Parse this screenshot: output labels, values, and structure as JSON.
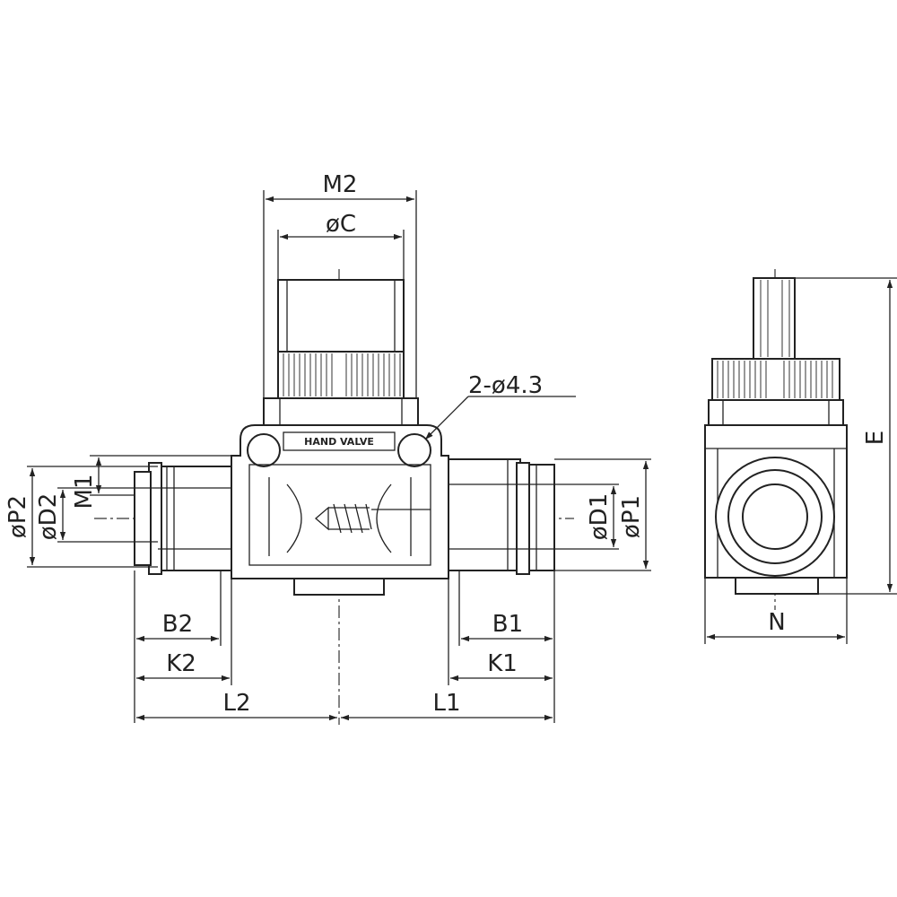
{
  "labels": {
    "m2": "M2",
    "oc": "øC",
    "hole": "2-ø4.3",
    "hand_valve": "HAND VALVE",
    "m1": "M1",
    "op2": "øP2",
    "od2": "øD2",
    "od1": "øD1",
    "op1": "øP1",
    "b2": "B2",
    "k2": "K2",
    "l2": "L2",
    "b1": "B1",
    "k1": "K1",
    "l1": "L1",
    "e": "E",
    "n": "N"
  }
}
